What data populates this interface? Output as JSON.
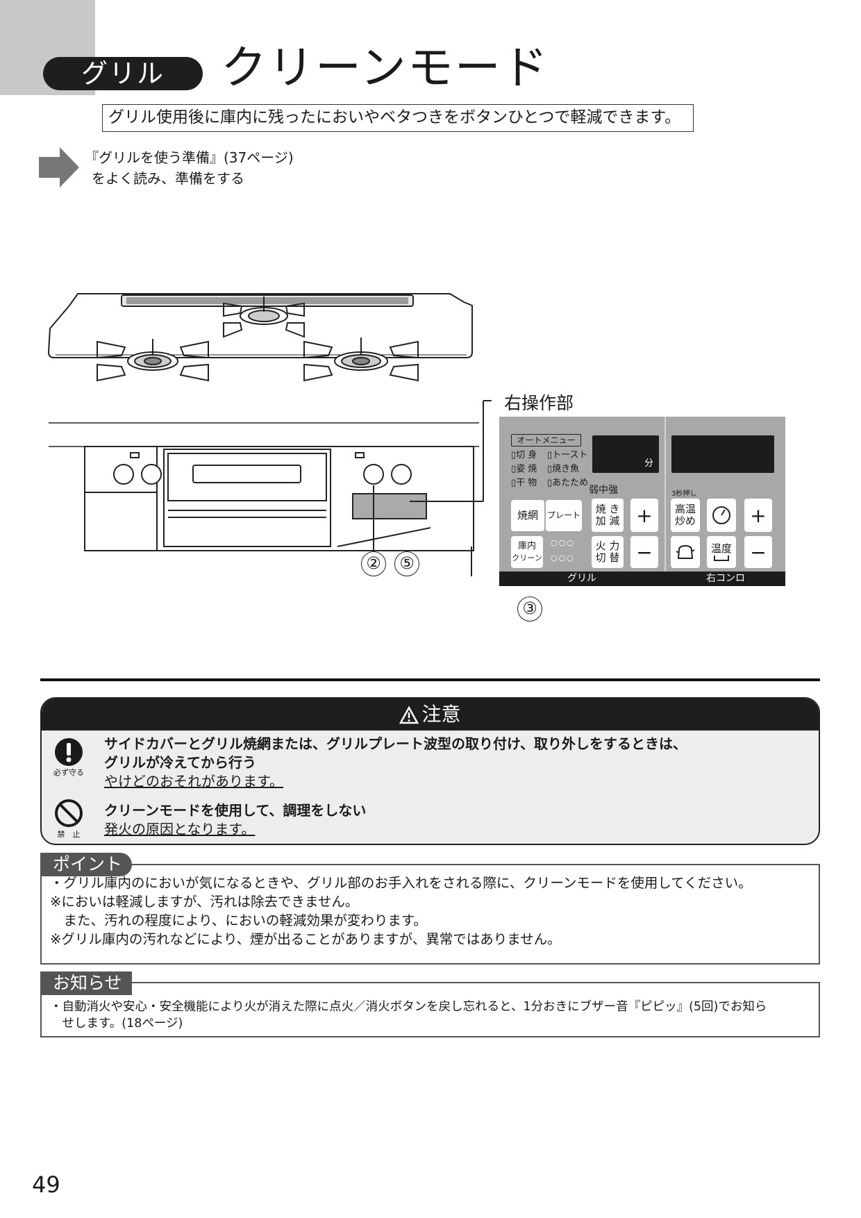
{
  "header": {
    "section": "グリル",
    "title": "クリーンモード",
    "summary": "グリル使用後に庫内に残ったにおいやベタつきをボタンひとつで軽減できます。"
  },
  "prep": {
    "line1": "『グリルを使う準備』(37ページ)",
    "line2": "をよく読み、準備をする"
  },
  "panel": {
    "label": "右操作部",
    "auto_menu": "オートメニュー",
    "menu_items": [
      "▯切 身",
      "▯トースト",
      "▯姿 焼",
      "▯焼き魚",
      "▯干 物",
      "▯あたため"
    ],
    "display_unit": "分",
    "heat_label": "弱中強",
    "press3": "3秒押し",
    "btn_ami": "焼網",
    "btn_plate": "プレート",
    "btn_yaki_1": "焼 き",
    "btn_yaki_2": "加 減",
    "btn_kou_1": "高温",
    "btn_kou_2": "炒め",
    "btn_konai_1": "庫内",
    "btn_konai_2": "クリーン",
    "btn_hi_1": "火 力",
    "btn_hi_2": "切 替",
    "btn_ondo": "温度",
    "plus": "+",
    "minus": "−",
    "foot_grill": "グリル",
    "foot_right": "右コンロ",
    "dots_top": "○○○",
    "dots_bottom": "○○○"
  },
  "callouts": [
    "②",
    "⑤",
    "③"
  ],
  "caution": {
    "title": "注意",
    "must_label": "必ず守る",
    "prohibit_label": "禁　止",
    "item1_main_1": "サイドカバーとグリル焼網または、グリルプレート波型の取り付け、取り外しをするときは、",
    "item1_main_2": "グリルが冷えてから行う",
    "item1_sub": "やけどのおそれがあります。",
    "item2_main": "クリーンモードを使用して、調理をしない",
    "item2_sub": "発火の原因となります。"
  },
  "point": {
    "title": "ポイント",
    "lines": [
      "・グリル庫内のにおいが気になるときや、グリル部のお手入れをされる際に、クリーンモードを使用してください。",
      "※においは軽減しますが、汚れは除去できません。",
      "　また、汚れの程度により、においの軽減効果が変わります。",
      "※グリル庫内の汚れなどにより、煙が出ることがありますが、異常ではありません。"
    ]
  },
  "notice": {
    "title": "お知らせ",
    "line1": "・自動消火や安心・安全機能により火が消えた際に点火／消火ボタンを戻し忘れると、1分おきにブザー音『ピピッ』(5回)でお知ら",
    "line2": "　せします。(18ページ)"
  },
  "page_number": "49"
}
